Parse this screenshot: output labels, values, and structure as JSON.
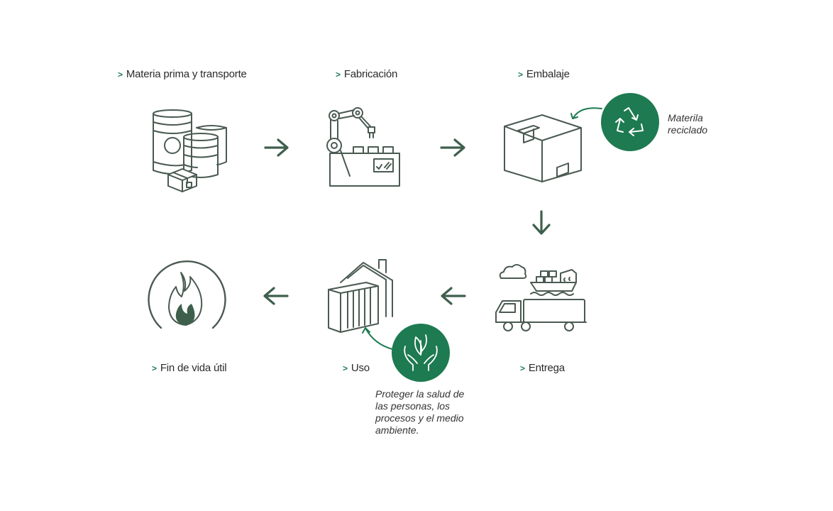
{
  "steps": [
    {
      "id": "materia",
      "label": "Materia prima y transporte",
      "icon": "barrels-icon"
    },
    {
      "id": "fabricacion",
      "label": "Fabricación",
      "icon": "robot-arm-factory-icon"
    },
    {
      "id": "embalaje",
      "label": "Embalaje",
      "icon": "box-icon"
    },
    {
      "id": "entrega",
      "label": "Entrega",
      "icon": "ship-truck-icon"
    },
    {
      "id": "uso",
      "label": "Uso",
      "icon": "house-radiator-icon"
    },
    {
      "id": "fin",
      "label": "Fin de vida útil",
      "icon": "flame-icon"
    }
  ],
  "chevron": ">",
  "callouts": {
    "recycled": {
      "text_line1": "Materila",
      "text_line2": "reciclado",
      "icon": "recycle-icon"
    },
    "protect": {
      "line1": "Proteger la salud de",
      "line2": "las personas, los",
      "line3": "procesos y el medio",
      "line4": "ambiente.",
      "icon": "hands-leaf-icon"
    }
  },
  "colors": {
    "accent": "#1e7a50",
    "icon_stroke": "#4a5a51",
    "arrow": "#3f5f4d",
    "text": "#2a2a2a"
  }
}
